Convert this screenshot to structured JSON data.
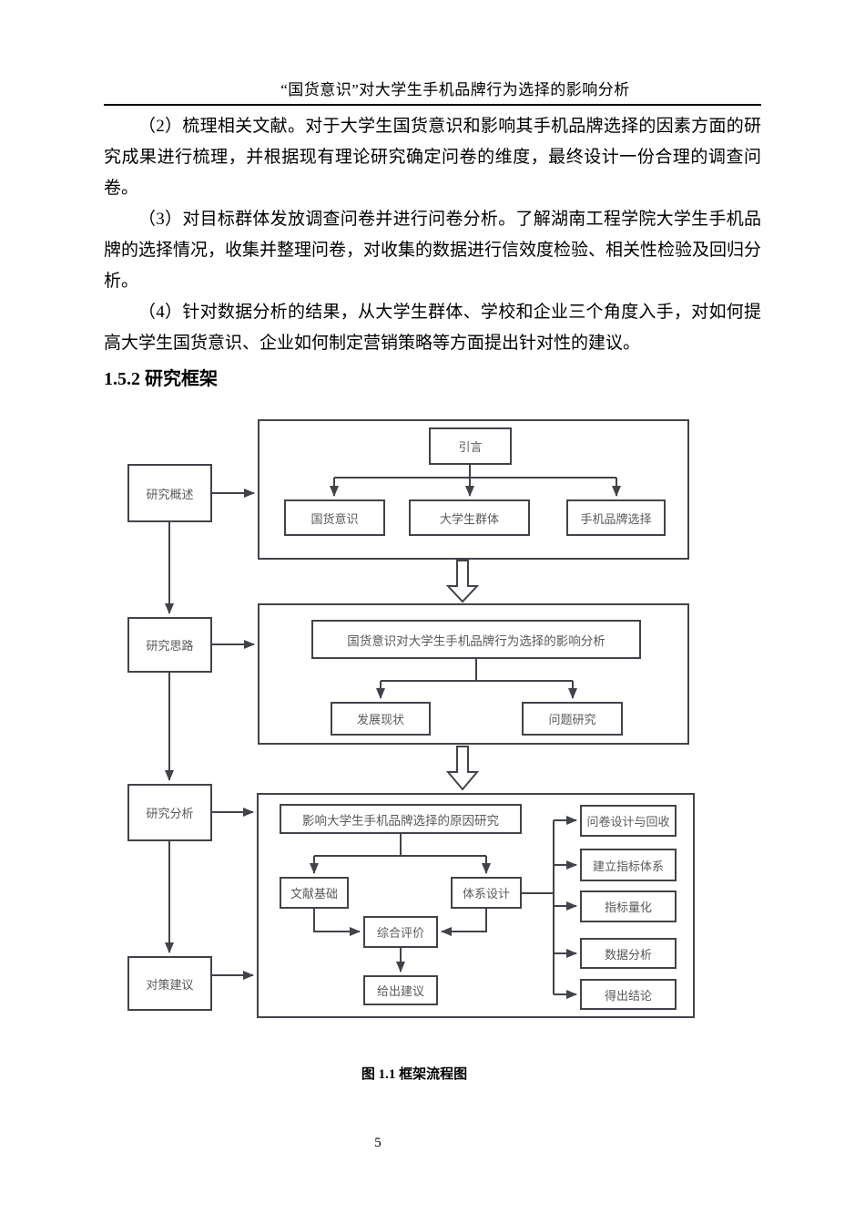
{
  "header": {
    "title": "“国货意识”对大学生手机品牌行为选择的影响分析"
  },
  "body": {
    "paragraphs": [
      "（2）梳理相关文献。对于大学生国货意识和影响其手机品牌选择的因素方面的研究成果进行梳理，并根据现有理论研究确定问卷的维度，最终设计一份合理的调查问卷。",
      "（3）对目标群体发放调查问卷并进行问卷分析。了解湖南工程学院大学生手机品牌的选择情况，收集并整理问卷，对收集的数据进行信效度检验、相关性检验及回归分析。",
      "（4）针对数据分析的结果，从大学生群体、学校和企业三个角度入手，对如何提高大学生国货意识、企业如何制定营销策略等方面提出针对性的建议。"
    ],
    "section_heading": "1.5.2 研究框架"
  },
  "diagram": {
    "left_nodes": [
      "研究概述",
      "研究思路",
      "研究分析",
      "对策建议"
    ],
    "stage1": {
      "root": "引言",
      "children": [
        "国货意识",
        "大学生群体",
        "手机品牌选择"
      ]
    },
    "stage2": {
      "root": "国货意识对大学生手机品牌行为选择的影响分析",
      "children": [
        "发展现状",
        "问题研究"
      ]
    },
    "stage3": {
      "root": "影响大学生手机品牌选择的原因研究",
      "children": [
        "文献基础",
        "体系设计"
      ],
      "merge": "综合评价",
      "result": "给出建议",
      "right_nodes": [
        "问卷设计与回收",
        "建立指标体系",
        "指标量化",
        "数据分析",
        "得出结论"
      ]
    },
    "caption": "图 1.1 框架流程图",
    "line_color": "#40444a",
    "text_color": "#595959"
  },
  "footer": {
    "page_number": "5"
  }
}
